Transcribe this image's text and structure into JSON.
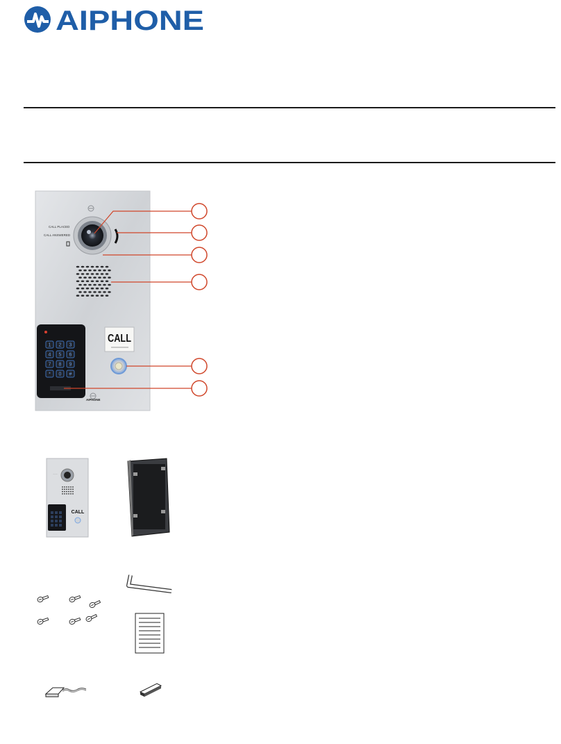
{
  "header": {
    "logo_text": "AIPHONE",
    "logo_color": "#1f5ea8"
  },
  "product_front": {
    "call_placed_label": "CALL PLACED",
    "call_answered_label": "CALL ANSWERED",
    "call_button_label": "CALL",
    "keypad_brand": "AIPHONE",
    "keypad_keys": [
      "1",
      "2",
      "3",
      "4",
      "5",
      "6",
      "7",
      "8",
      "9",
      "*",
      "0",
      "#"
    ],
    "callout_color": "#d0462a"
  },
  "accessories": {
    "mini_call_label": "CALL"
  }
}
